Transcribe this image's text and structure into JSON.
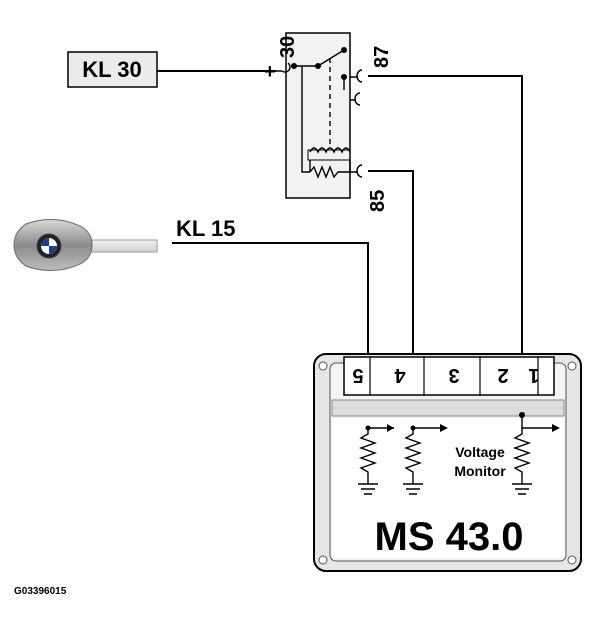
{
  "labels": {
    "kl30": "KL 30",
    "kl15": "KL 15",
    "relay_pin_30": "30",
    "relay_pin_87": "87",
    "relay_pin_85": "85",
    "relay_plus": "+",
    "ecu_name": "MS 43.0",
    "voltage_monitor_line1": "Voltage",
    "voltage_monitor_line2": "Monitor",
    "figure_code": "G03396015"
  },
  "connector_pins": [
    "5",
    "4",
    "3",
    "2",
    "1"
  ]
}
